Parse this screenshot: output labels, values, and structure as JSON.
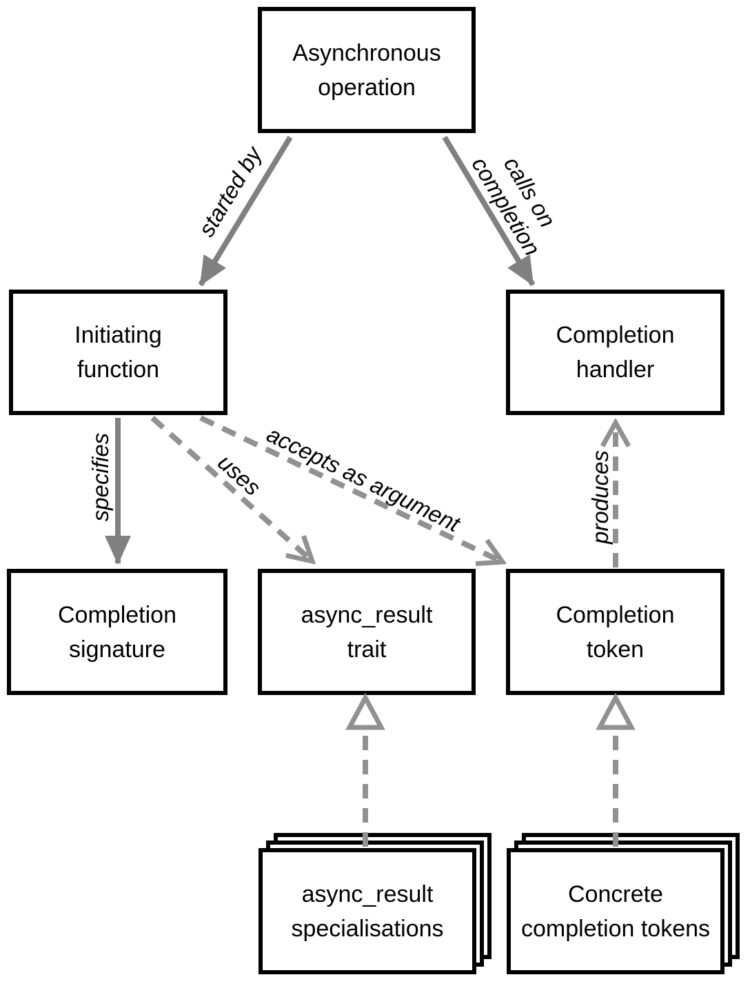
{
  "diagram": {
    "nodes": {
      "async_operation": {
        "line1": "Asynchronous",
        "line2": "operation"
      },
      "initiating_function": {
        "line1": "Initiating",
        "line2": "function"
      },
      "completion_handler": {
        "line1": "Completion",
        "line2": "handler"
      },
      "completion_signature": {
        "line1": "Completion",
        "line2": "signature"
      },
      "async_result_trait": {
        "line1": "async_result",
        "line2": "trait"
      },
      "completion_token": {
        "line1": "Completion",
        "line2": "token"
      },
      "async_result_specialisations": {
        "line1": "async_result",
        "line2": "specialisations"
      },
      "concrete_completion_tokens": {
        "line1": "Concrete",
        "line2": "completion tokens"
      }
    },
    "edges": {
      "started_by": {
        "from": "async_operation",
        "to": "initiating_function",
        "style": "solid-filled-arrow",
        "label": "started by"
      },
      "calls_on_completion": {
        "from": "async_operation",
        "to": "completion_handler",
        "style": "solid-filled-arrow",
        "label_line1": "calls on",
        "label_line2": "completion"
      },
      "specifies": {
        "from": "initiating_function",
        "to": "completion_signature",
        "style": "solid-filled-arrow",
        "label": "specifies"
      },
      "uses": {
        "from": "initiating_function",
        "to": "async_result_trait",
        "style": "dashed-open-arrow",
        "label": "uses"
      },
      "accepts_as_argument": {
        "from": "initiating_function",
        "to": "completion_token",
        "style": "dashed-open-arrow",
        "label": "accepts as argument"
      },
      "produces": {
        "from": "completion_token",
        "to": "completion_handler",
        "style": "dashed-open-arrow",
        "label": "produces"
      },
      "specialisation_of": {
        "from": "async_result_specialisations",
        "to": "async_result_trait",
        "style": "dashed-hollow-triangle",
        "label": ""
      },
      "concrete_instance_of": {
        "from": "concrete_completion_tokens",
        "to": "completion_token",
        "style": "dashed-hollow-triangle",
        "label": ""
      }
    },
    "colors": {
      "background": "#ffffff",
      "box_fill": "#ffffff",
      "box_border": "#000000",
      "text": "#000000",
      "solid_arrow": "#808080",
      "dashed_arrow": "#919191"
    }
  }
}
